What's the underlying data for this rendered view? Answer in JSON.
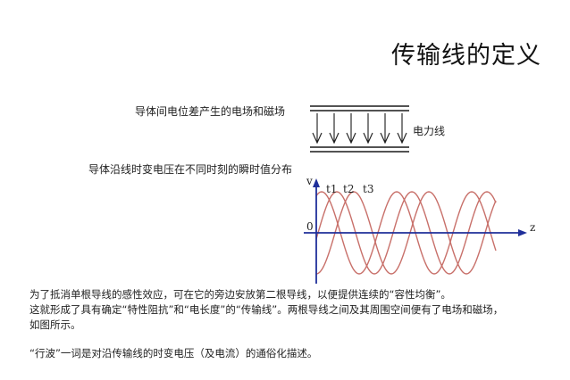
{
  "slide": {
    "title": "传输线的定义",
    "field_diagram_label": "导体间电位差产生的电场和磁场",
    "field_line_label": "电力线",
    "wave_diagram_label": "导体沿线时变电压在不同时刻的瞬时值分布",
    "axis_v": "v",
    "axis_z": "z",
    "axis_origin": "0",
    "times": [
      "t1",
      "t2",
      "t3"
    ],
    "paragraph": [
      "为了抵消单根导线的感性效应，可在它的旁边安放第二根导线，以便提供连续的“容性均衡”。",
      "这就形成了具有确定“特性阻抗”和“电长度”的“传输线”。两根导线之间及其周围空间便有了电场和磁场，",
      "如图所示。"
    ],
    "note": "“行波”一词是对沿传输线的时变电压（及电流）的通俗化描述。",
    "colors": {
      "wave": "#c8706a",
      "axis": "#1f2f9a",
      "lines": "#1a1a1a"
    }
  }
}
